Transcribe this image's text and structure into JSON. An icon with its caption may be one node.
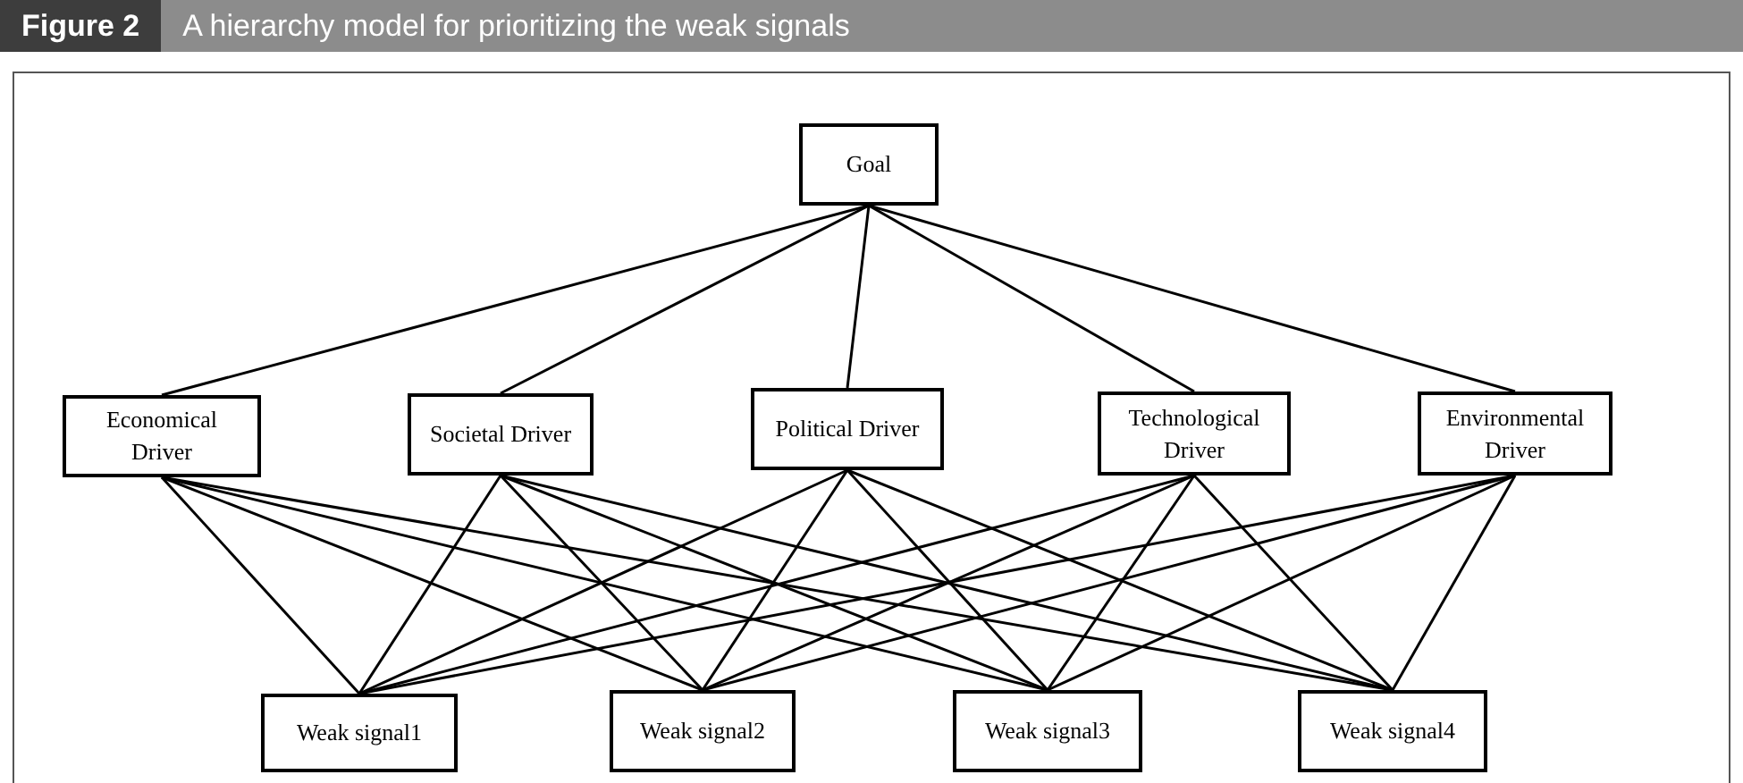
{
  "diagram": {
    "title": "A hierarchy model for prioritizing the weak signals",
    "labels": [
      "Figure 2"
    ],
    "nodes": [
      {
        "text": [
          "Goal"
        ]
      },
      {
        "text": [
          "Economical Driver"
        ]
      },
      {
        "text": [
          "Societal Driver"
        ]
      },
      {
        "text": [
          "Political Driver"
        ]
      },
      {
        "text": [
          "Technological Driver"
        ]
      },
      {
        "text": [
          "Environmental Driver"
        ]
      },
      {
        "text": [
          "Weak signal1"
        ]
      },
      {
        "text": [
          "Weak signal2"
        ]
      },
      {
        "text": [
          "Weak signal3"
        ]
      },
      {
        "text": [
          "Weak signal4"
        ]
      }
    ],
    "edges": [
      {
        "from": 0,
        "to": 1,
        "arrow": "none"
      },
      {
        "from": 0,
        "to": 2,
        "arrow": "none"
      },
      {
        "from": 0,
        "to": 3,
        "arrow": "none"
      },
      {
        "from": 0,
        "to": 4,
        "arrow": "none"
      },
      {
        "from": 0,
        "to": 5,
        "arrow": "none"
      },
      {
        "from": 1,
        "to": 6,
        "arrow": "none"
      },
      {
        "from": 1,
        "to": 7,
        "arrow": "none"
      },
      {
        "from": 1,
        "to": 8,
        "arrow": "none"
      },
      {
        "from": 1,
        "to": 9,
        "arrow": "none"
      },
      {
        "from": 2,
        "to": 6,
        "arrow": "none"
      },
      {
        "from": 2,
        "to": 7,
        "arrow": "none"
      },
      {
        "from": 2,
        "to": 8,
        "arrow": "none"
      },
      {
        "from": 2,
        "to": 9,
        "arrow": "none"
      },
      {
        "from": 3,
        "to": 6,
        "arrow": "none"
      },
      {
        "from": 3,
        "to": 7,
        "arrow": "none"
      },
      {
        "from": 3,
        "to": 8,
        "arrow": "none"
      },
      {
        "from": 3,
        "to": 9,
        "arrow": "none"
      },
      {
        "from": 4,
        "to": 6,
        "arrow": "none"
      },
      {
        "from": 4,
        "to": 7,
        "arrow": "none"
      },
      {
        "from": 4,
        "to": 8,
        "arrow": "none"
      },
      {
        "from": 4,
        "to": 9,
        "arrow": "none"
      },
      {
        "from": 5,
        "to": 6,
        "arrow": "none"
      },
      {
        "from": 5,
        "to": 7,
        "arrow": "none"
      },
      {
        "from": 5,
        "to": 8,
        "arrow": "none"
      },
      {
        "from": 5,
        "to": 9,
        "arrow": "none"
      }
    ]
  }
}
